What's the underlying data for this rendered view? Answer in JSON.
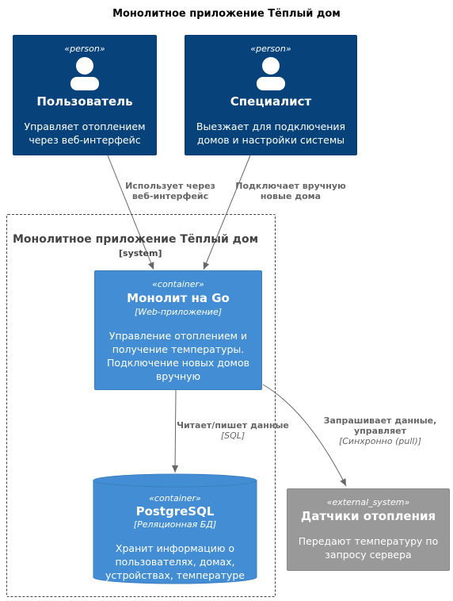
{
  "title": "Монолитное приложение Тёплый дом",
  "people": [
    {
      "stereotype": "«person»",
      "name": "Пользователь",
      "description_lines": [
        "Управляет отоплением",
        "через веб-интерфейс"
      ]
    },
    {
      "stereotype": "«person»",
      "name": "Специалист",
      "description_lines": [
        "Выезжает для подключения",
        "домов и настройки системы"
      ]
    }
  ],
  "boundary": {
    "name": "Монолитное приложение Тёплый дом",
    "type": "[system]"
  },
  "monolith": {
    "stereotype": "«container»",
    "name": "Монолит на Go",
    "technology": "[Web-приложение]",
    "description_lines": [
      "Управление отоплением и",
      "получение температуры.",
      "Подключение новых домов",
      "вручную"
    ]
  },
  "database": {
    "stereotype": "«container»",
    "name": "PostgreSQL",
    "technology": "[Реляционная БД]",
    "description_lines": [
      "Хранит информацию о",
      "пользователях, домах,",
      "устройствах, температуре"
    ]
  },
  "external": {
    "stereotype": "«external_system»",
    "name": "Датчики отопления",
    "description_lines": [
      "Передают температуру по",
      "запросу сервера"
    ]
  },
  "relations": [
    {
      "label_lines": [
        "Использует через",
        "веб-интерфейс"
      ],
      "technology": ""
    },
    {
      "label_lines": [
        "Подключает вручную",
        "новые дома"
      ],
      "technology": ""
    },
    {
      "label_lines": [
        "Читает/пишет данные"
      ],
      "technology": "[SQL]"
    },
    {
      "label_lines": [
        "Запрашивает данные,",
        "управляет"
      ],
      "technology": "[Синхронно (pull)]"
    }
  ],
  "colors": {
    "person": "#08427b",
    "container": "#438dd5",
    "external_system": "#999999",
    "arrow": "#666666"
  }
}
